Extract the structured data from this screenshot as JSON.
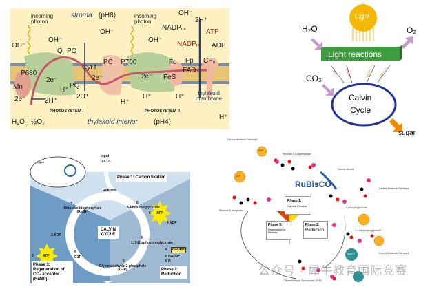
{
  "thylakoid": {
    "incoming_photon_1": "incoming photon",
    "incoming_photon_2": "incoming photon",
    "stroma": "stroma",
    "stroma_ph": "(pH8)",
    "interior": "thylakoid interior",
    "interior_ph": "(pH4)",
    "photosystem_1": "PHOTOSYSTEM I",
    "photosystem_2": "PHOTOSYSTEM II",
    "membrane": "thylakoid membrane",
    "oh": "OH⁻",
    "h": "H⁺",
    "two_h": "2H⁺",
    "two_e": "2e⁻",
    "p680": "P680",
    "p700": "P700",
    "mn": "Mn",
    "q": "Q",
    "pq": "PQ",
    "pc": "PC",
    "cytf": "Cyt f",
    "fes": "FeS",
    "fd": "Fd",
    "fad": "FAD",
    "fp": "Fp",
    "cf0": "CF₀",
    "nadp_ox": "NADPₒₓ",
    "nadp_re": "NADPᵣₑ",
    "atp": "ATP",
    "adp": "ADP",
    "h2o": "H₂O",
    "half_o2": "½O₂"
  },
  "overview": {
    "light": "Light",
    "h2o": "H₂O",
    "o2": "O₂",
    "light_reactions": "Light reactions",
    "co2": "CO₂",
    "calvin": "Calvin",
    "cycle": "Cycle",
    "sugar": "sugar",
    "arrow_labels": [
      "ATP",
      "NADPH",
      "NADP⁺",
      "ADP + Pᵢ"
    ],
    "colors": {
      "light": "#f5b800",
      "green": "#3e9b3e",
      "arrow": "#c89ad0",
      "sugar": "#f08a00"
    }
  },
  "calvin_diagram": {
    "input": "Input",
    "input_co2": "3 CO₂",
    "phase1": "Phase 1: Carbon fixation",
    "rubisco": "Rubisco",
    "pga": "3-Phosphoglycerate",
    "pga_count": "6",
    "atp_in": "6",
    "atp": "ATP",
    "adp_out": "6 ADP",
    "bpg": "1, 3-Bisphosphoglycerate",
    "bpg_count": "6",
    "nadph_count": "6",
    "nadph": "NADPH",
    "nadp_out": "6 NADP⁺",
    "pi_out": "6 Pᵢ",
    "g3p": "Glyceraldehyde-3-phosphate (G3P)",
    "g3p_count": "6",
    "g3p_small": "G3P",
    "g3p_small_count": "5",
    "phase2": "Phase 2: Reduction",
    "phase3": "Phase 3: Regeneration of CO₂ acceptor (RuBP)",
    "rubp": "Ribulose bisphosphate (RuBP)",
    "rubp_count": "3",
    "adp3": "3 ADP",
    "atp3": "3",
    "calvin_cycle": "CALVIN CYCLE",
    "inset_light": "Light"
  },
  "molecular": {
    "rubisco": "RuBisCO",
    "phase1": "Phase 1:",
    "phase1_sub": "Carbon Fixation",
    "phase2": "Phase 2:",
    "phase2_sub": "Reduction",
    "phase3": "Phase 3:",
    "phase3_sub": "Regeneration of Ribulose",
    "central": "Central Metabolic Pathways",
    "rubp": "Ribulose 1,5-bisphosphate",
    "co2": "Carbon dioxide",
    "pga": "3-phosphoglycerate",
    "bpg": "1,3-bisphosphoglycerate",
    "g3p": "Glyceraldehyde 3-phosphate (G3P)",
    "ru5p": "Ribulose 5-phosphate",
    "adp": "ADP",
    "atp": "ATP",
    "nadph": "NADPH"
  },
  "watermark": "公众号 · 犀牛教育国际竞赛"
}
